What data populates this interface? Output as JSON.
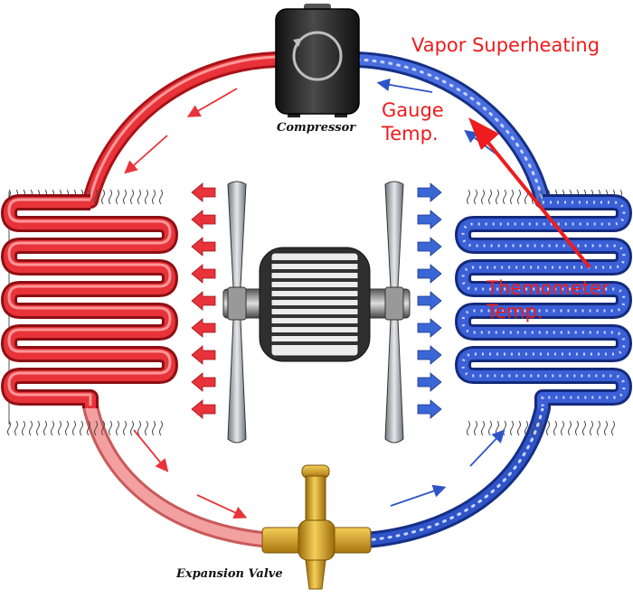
{
  "diagram": {
    "labels": {
      "vapor_superheating": "Vapor Superheating",
      "gauge_temp_line1": "Gauge",
      "gauge_temp_line2": "Temp.",
      "thermometer_temp_line1": "Themometer",
      "thermometer_temp_line2": "Temp."
    },
    "components": {
      "compressor": "Compressor",
      "expansion_valve": "Expansion Valve"
    },
    "colors": {
      "hot_side": "#e8333a",
      "cold_side": "#2f54c8",
      "annotation": "#ee1c1c",
      "valve": "#d8a21e",
      "compressor_body": "#2b2b2b",
      "fan": "#9aa0a6"
    },
    "icons": [
      "compressor-icon",
      "fan-motor-icon",
      "fan-blade-icon",
      "expansion-valve-icon",
      "airflow-arrow-icon"
    ]
  }
}
